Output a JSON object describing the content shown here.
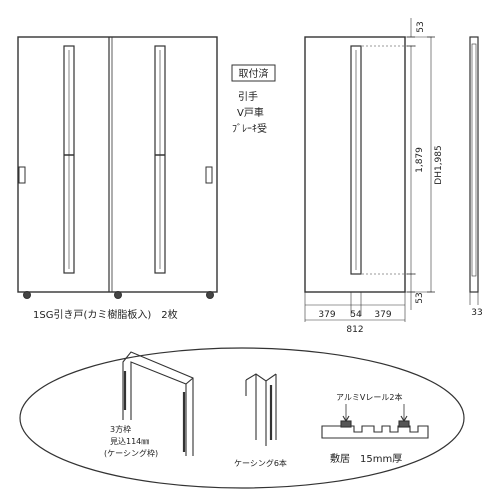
{
  "badge": "取付済",
  "accessories": [
    "引手",
    "V戸車",
    "ﾌﾞﾚｰｷ受"
  ],
  "door_caption": "1SG引き戸(カミ樹脂板入)　2枚",
  "dims": {
    "top": "53",
    "bottom": "53",
    "middle": "1,879",
    "overall": "DH1,985",
    "width_left": "379",
    "width_center": "54",
    "width_right": "379",
    "width_total": "812",
    "depth": "33"
  },
  "frame_label": [
    "3方枠",
    "見込114㎜",
    "(ケーシング枠)"
  ],
  "casing_label": "ケーシング6本",
  "rail_label": "アルミVレール2本",
  "sill_label": "敷居　15mm厚"
}
